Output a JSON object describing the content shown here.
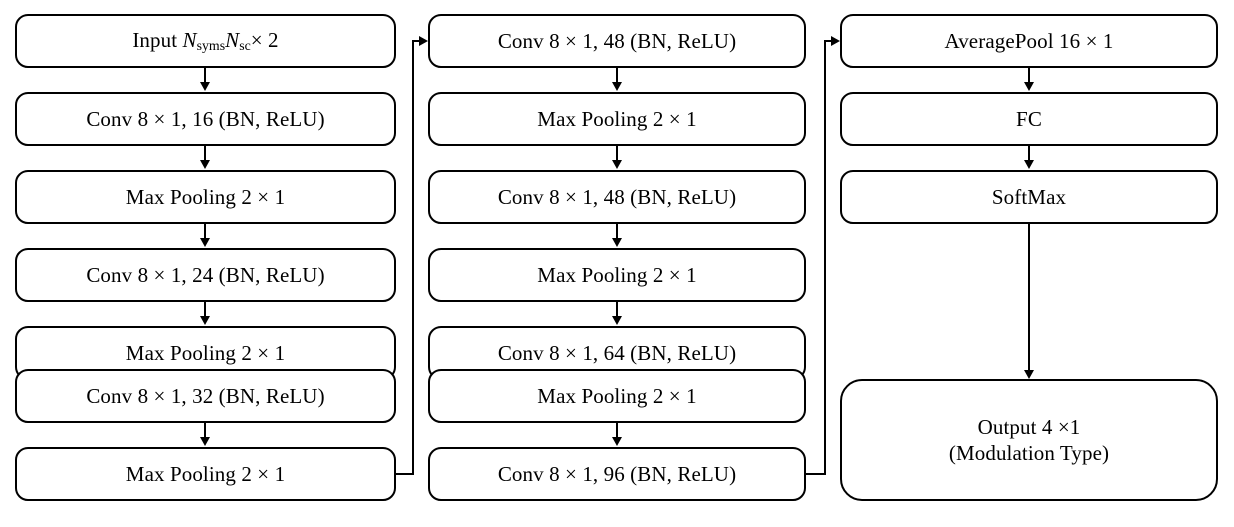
{
  "diagram": {
    "title": "CNN modulation classification architecture",
    "type": "flowchart",
    "orientation": "three-column-serpentine",
    "colors": {
      "stroke": "#000000",
      "fill": "#ffffff",
      "text": "#000000"
    },
    "columns": [
      {
        "id": "column-1",
        "nodes": [
          {
            "id": "input",
            "label": "Input Nsyms Nsc× 2",
            "kind": "input",
            "rich": "input-shape"
          },
          {
            "id": "conv-16",
            "label": "Conv 8 × 1, 16 (BN, ReLU)",
            "kind": "conv"
          },
          {
            "id": "pool-1",
            "label": "Max Pooling 2 × 1",
            "kind": "pool"
          },
          {
            "id": "conv-24",
            "label": "Conv 8 × 1, 24 (BN, ReLU)",
            "kind": "conv"
          },
          {
            "id": "pool-2",
            "label": "Max Pooling 2 × 1",
            "kind": "pool"
          },
          {
            "id": "conv-32",
            "label": "Conv 8 × 1, 32 (BN, ReLU)",
            "kind": "conv"
          },
          {
            "id": "pool-3",
            "label": "Max Pooling 2 × 1",
            "kind": "pool"
          }
        ]
      },
      {
        "id": "column-2",
        "nodes": [
          {
            "id": "conv-48a",
            "label": "Conv 8 × 1, 48 (BN, ReLU)",
            "kind": "conv"
          },
          {
            "id": "pool-4",
            "label": "Max Pooling 2 × 1",
            "kind": "pool"
          },
          {
            "id": "conv-48b",
            "label": "Conv 8 × 1, 48 (BN, ReLU)",
            "kind": "conv"
          },
          {
            "id": "pool-5",
            "label": "Max Pooling 2 × 1",
            "kind": "pool"
          },
          {
            "id": "conv-64",
            "label": "Conv 8 × 1, 64 (BN, ReLU)",
            "kind": "conv"
          },
          {
            "id": "pool-6",
            "label": "Max Pooling 2 × 1",
            "kind": "pool"
          },
          {
            "id": "conv-96",
            "label": "Conv 8 × 1, 96 (BN, ReLU)",
            "kind": "conv"
          }
        ]
      },
      {
        "id": "column-3",
        "nodes": [
          {
            "id": "avgpool",
            "label": "AveragePool 16 × 1",
            "kind": "pool"
          },
          {
            "id": "fc",
            "label": "FC",
            "kind": "dense"
          },
          {
            "id": "softmax",
            "label": "SoftMax",
            "kind": "activation"
          },
          {
            "id": "output",
            "label": "Output 4 ×1\n(Modulation Type)",
            "label_line1": "Output 4 ×1",
            "label_line2": "(Modulation Type)",
            "kind": "output"
          }
        ]
      }
    ],
    "input_shape_parts": {
      "prefix": "Input ",
      "n1": "N",
      "n1_sub": "syms",
      "n2": "N",
      "n2_sub": "sc",
      "suffix": "× 2"
    },
    "connectors": [
      {
        "id": "wrap-1-to-2",
        "from": "pool-3",
        "to": "conv-48a",
        "style": "elbow-right-up",
        "arrowhead": "right"
      },
      {
        "id": "wrap-2-to-3",
        "from": "conv-96",
        "to": "avgpool",
        "style": "elbow-right-up",
        "arrowhead": "right"
      },
      {
        "id": "softmax-to-output",
        "from": "softmax",
        "to": "output",
        "style": "straight-down",
        "arrowhead": "down"
      }
    ]
  }
}
